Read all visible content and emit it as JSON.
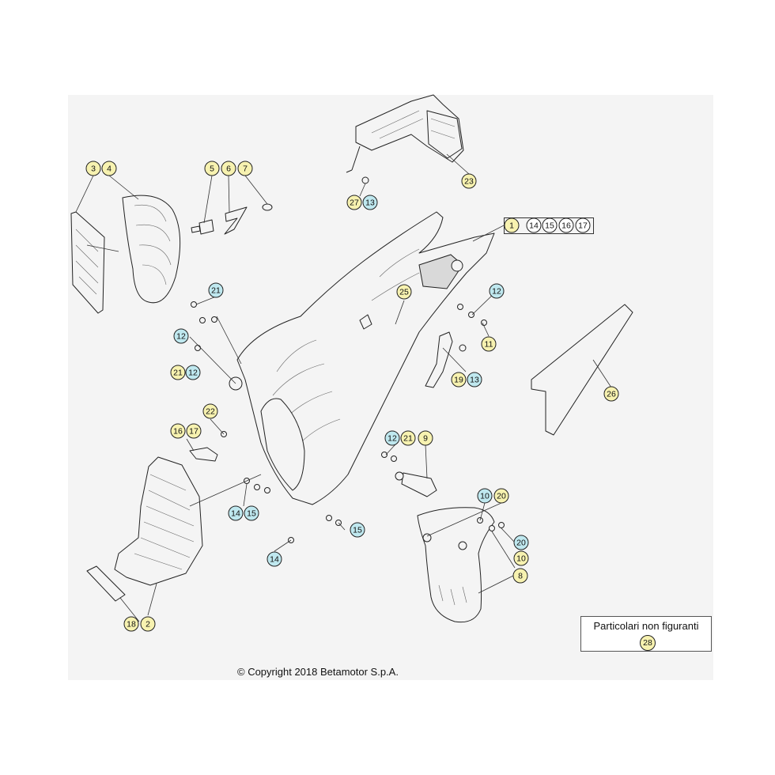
{
  "colors": {
    "background": "#f4f4f4",
    "callout_yellow": "#f7f2b0",
    "callout_blue": "#bfe8ef",
    "callout_white": "#ffffff",
    "line": "#222222"
  },
  "legend": {
    "title": "Particolari non figuranti",
    "number": "28"
  },
  "copyright": "© Copyright 2018 Betamotor S.p.A.",
  "callouts": [
    {
      "id": "c3",
      "label": "3",
      "kind": "yellow"
    },
    {
      "id": "c4",
      "label": "4",
      "kind": "yellow"
    },
    {
      "id": "c5",
      "label": "5",
      "kind": "yellow"
    },
    {
      "id": "c6",
      "label": "6",
      "kind": "yellow"
    },
    {
      "id": "c7",
      "label": "7",
      "kind": "yellow"
    },
    {
      "id": "c27",
      "label": "27",
      "kind": "yellow"
    },
    {
      "id": "c13a",
      "label": "13",
      "kind": "blue"
    },
    {
      "id": "c23",
      "label": "23",
      "kind": "yellow"
    },
    {
      "id": "c1",
      "label": "1",
      "kind": "yellow"
    },
    {
      "id": "c14g",
      "label": "14",
      "kind": "white"
    },
    {
      "id": "c15g",
      "label": "15",
      "kind": "white"
    },
    {
      "id": "c16g",
      "label": "16",
      "kind": "white"
    },
    {
      "id": "c17g",
      "label": "17",
      "kind": "white"
    },
    {
      "id": "c21a",
      "label": "21",
      "kind": "blue"
    },
    {
      "id": "c12a",
      "label": "12",
      "kind": "blue"
    },
    {
      "id": "c21b",
      "label": "21",
      "kind": "yellow"
    },
    {
      "id": "c12b",
      "label": "12",
      "kind": "blue"
    },
    {
      "id": "c25",
      "label": "25",
      "kind": "yellow"
    },
    {
      "id": "c12c",
      "label": "12",
      "kind": "blue"
    },
    {
      "id": "c11",
      "label": "11",
      "kind": "yellow"
    },
    {
      "id": "c19",
      "label": "19",
      "kind": "yellow"
    },
    {
      "id": "c13b",
      "label": "13",
      "kind": "blue"
    },
    {
      "id": "c26",
      "label": "26",
      "kind": "yellow"
    },
    {
      "id": "c22",
      "label": "22",
      "kind": "yellow"
    },
    {
      "id": "c16",
      "label": "16",
      "kind": "yellow"
    },
    {
      "id": "c17",
      "label": "17",
      "kind": "yellow"
    },
    {
      "id": "c12d",
      "label": "12",
      "kind": "blue"
    },
    {
      "id": "c21c",
      "label": "21",
      "kind": "yellow"
    },
    {
      "id": "c9",
      "label": "9",
      "kind": "yellow"
    },
    {
      "id": "c14a",
      "label": "14",
      "kind": "blue"
    },
    {
      "id": "c15a",
      "label": "15",
      "kind": "blue"
    },
    {
      "id": "c15b",
      "label": "15",
      "kind": "blue"
    },
    {
      "id": "c14b",
      "label": "14",
      "kind": "blue"
    },
    {
      "id": "c10a",
      "label": "10",
      "kind": "blue"
    },
    {
      "id": "c20a",
      "label": "20",
      "kind": "yellow"
    },
    {
      "id": "c20b",
      "label": "20",
      "kind": "blue"
    },
    {
      "id": "c10b",
      "label": "10",
      "kind": "yellow"
    },
    {
      "id": "c8",
      "label": "8",
      "kind": "yellow"
    },
    {
      "id": "c18",
      "label": "18",
      "kind": "yellow"
    },
    {
      "id": "c2",
      "label": "2",
      "kind": "yellow"
    }
  ]
}
